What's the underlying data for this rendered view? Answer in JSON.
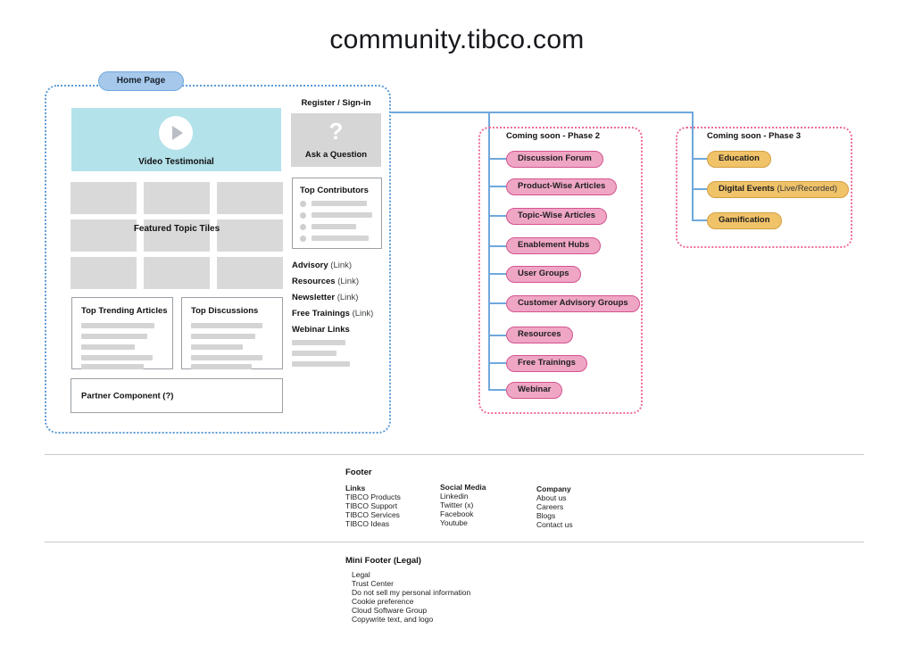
{
  "title": "community.tibco.com",
  "home_page": {
    "tab_label": "Home Page",
    "video": {
      "label": "Video Testimonial"
    },
    "register_label": "Register / Sign-in",
    "ask_question": {
      "glyph": "?",
      "label": "Ask a Question"
    },
    "featured_tiles_label": "Featured Topic Tiles",
    "top_contributors": {
      "title": "Top Contributors"
    },
    "side_links": [
      {
        "label": "Advisory",
        "suffix": " (Link)"
      },
      {
        "label": "Resources",
        "suffix": " (Link)"
      },
      {
        "label": "Newsletter",
        "suffix": " (Link)"
      },
      {
        "label": "Free Trainings",
        "suffix": " (Link)"
      },
      {
        "label": "Webinar Links",
        "suffix": ""
      }
    ],
    "top_trending": {
      "title": "Top Trending Articles"
    },
    "top_discussions": {
      "title": "Top Discussions"
    },
    "partner": {
      "title": "Partner Component (?)"
    }
  },
  "phase2": {
    "title": "Coming soon - Phase 2",
    "items": [
      "Discussion Forum",
      "Product-Wise Articles",
      "Topic-Wise Articles",
      "Enablement Hubs",
      "User Groups",
      "Customer Advisory Groups",
      "Resources",
      "Free Trainings",
      "Webinar"
    ]
  },
  "phase3": {
    "title": "Coming soon - Phase 3",
    "items": [
      {
        "label": "Education",
        "suffix": ""
      },
      {
        "label": "Digital Events",
        "suffix": " (Live/Recorded)"
      },
      {
        "label": "Gamification",
        "suffix": ""
      }
    ]
  },
  "footer": {
    "title": "Footer",
    "columns": [
      {
        "heading": "Links",
        "items": [
          "TIBCO Products",
          "TIBCO Support",
          "TIBCO Services",
          "TIBCO Ideas"
        ]
      },
      {
        "heading": "Social Media",
        "items": [
          "Linkedin",
          "Twitter (x)",
          "Facebook",
          "Youtube"
        ]
      },
      {
        "heading": "Company",
        "items": [
          "About us",
          "Careers",
          "Blogs",
          "Contact us"
        ]
      }
    ]
  },
  "mini_footer": {
    "title": "Mini Footer (Legal)",
    "items": [
      "Legal",
      "Trust Center",
      "Do not sell my personal information",
      "Cookie preference",
      "Cloud Software Group",
      "Copywrite text, and logo"
    ]
  },
  "colors": {
    "connector_blue": "#6FA8DC",
    "frame_dash_blue": "#5B9BD5",
    "tab_fill": "#A5C8EB",
    "video_fill": "#B4E2EB",
    "tile_gray": "#D9D9D9",
    "pink_fill": "#EFA6C5",
    "pink_border": "#D4538F",
    "yellow_fill": "#F1C369",
    "yellow_border": "#D29E3F",
    "phase_dash_pink": "#ED6E96"
  }
}
